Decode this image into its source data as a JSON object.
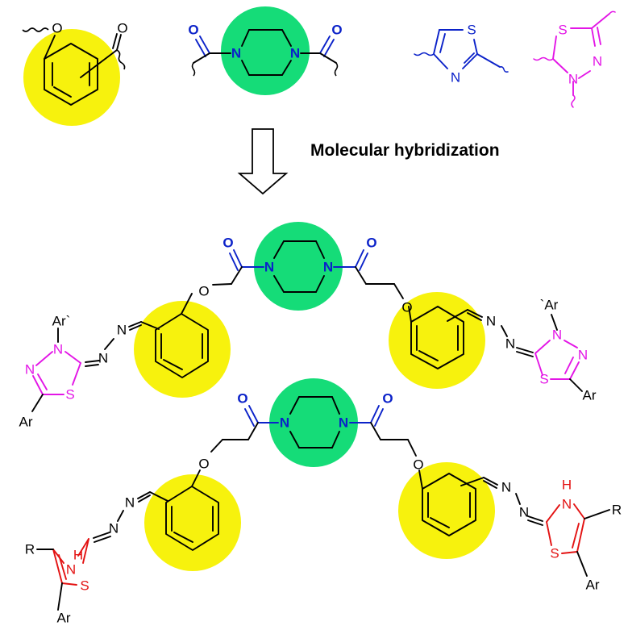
{
  "title": "Molecular hybridization",
  "colors": {
    "phenyl_circle": "#f7f20d",
    "piperazine_circle": "#15dc78",
    "piperazine_atoms": "#0b22c9",
    "thiazole_top": "#0b22c9",
    "thiadiazole": "#e316e6",
    "thiazole_bottom": "#e31212",
    "background": "#ffffff"
  },
  "atoms": {
    "O": "O",
    "N": "N",
    "S": "S",
    "H": "H",
    "Ar": "Ar",
    "Ar_prime_left": "Ar`",
    "Ar_prime_right": "`Ar",
    "R": "R"
  },
  "icons": [
    "hollow-down-arrow-icon"
  ]
}
